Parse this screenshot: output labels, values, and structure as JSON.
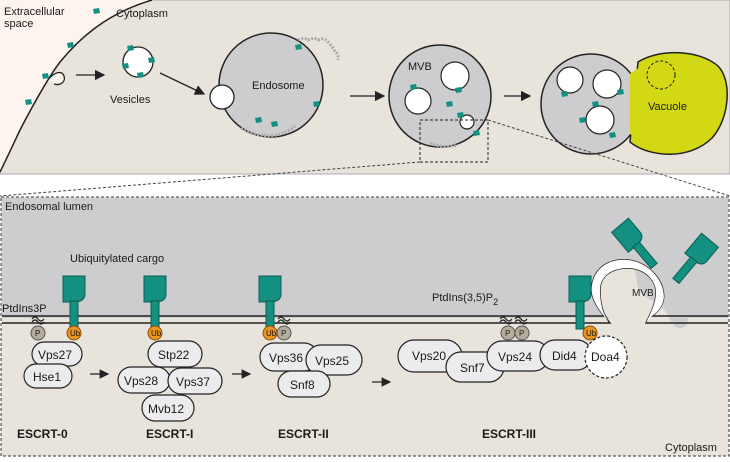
{
  "top_panel": {
    "extracellular_label": "Extracellular\nspace",
    "cytoplasm_label": "Cytoplasm",
    "vesicles_label": "Vesicles",
    "endosome_label": "Endosome",
    "mvb_label": "MVB",
    "vacuole_label": "Vacuole"
  },
  "bottom_panel": {
    "lumen_label": "Endosomal lumen",
    "cytoplasm_label": "Cytoplasm",
    "cargo_label": "Ubiquitylated cargo",
    "ptdins3p_label": "PtdIns3P",
    "ptdins35p2_label": "PtdIns(3,5)P",
    "ptdins35p2_sub": "2",
    "mvb_label": "MVB",
    "ub_label": "Ub",
    "p_label": "P",
    "complexes": [
      {
        "name": "ESCRT-0",
        "proteins": [
          "Vps27",
          "Hse1"
        ]
      },
      {
        "name": "ESCRT-I",
        "proteins": [
          "Stp22",
          "Vps28",
          "Vps37",
          "Mvb12"
        ]
      },
      {
        "name": "ESCRT-II",
        "proteins": [
          "Vps36",
          "Vps25",
          "Snf8"
        ]
      },
      {
        "name": "ESCRT-III",
        "proteins": [
          "Vps20",
          "Snf7",
          "Vps24",
          "Did4",
          "Doa4"
        ]
      }
    ]
  },
  "colors": {
    "panel_bg": "#e8e4dc",
    "lumen_bg": "#cdcdcf",
    "cargo_teal": "#13907f",
    "ub_orange": "#e8941e",
    "p_gray": "#b5ad9c",
    "vacuole_yellow": "#d2d814",
    "extracellular": "#fdf3ef"
  }
}
